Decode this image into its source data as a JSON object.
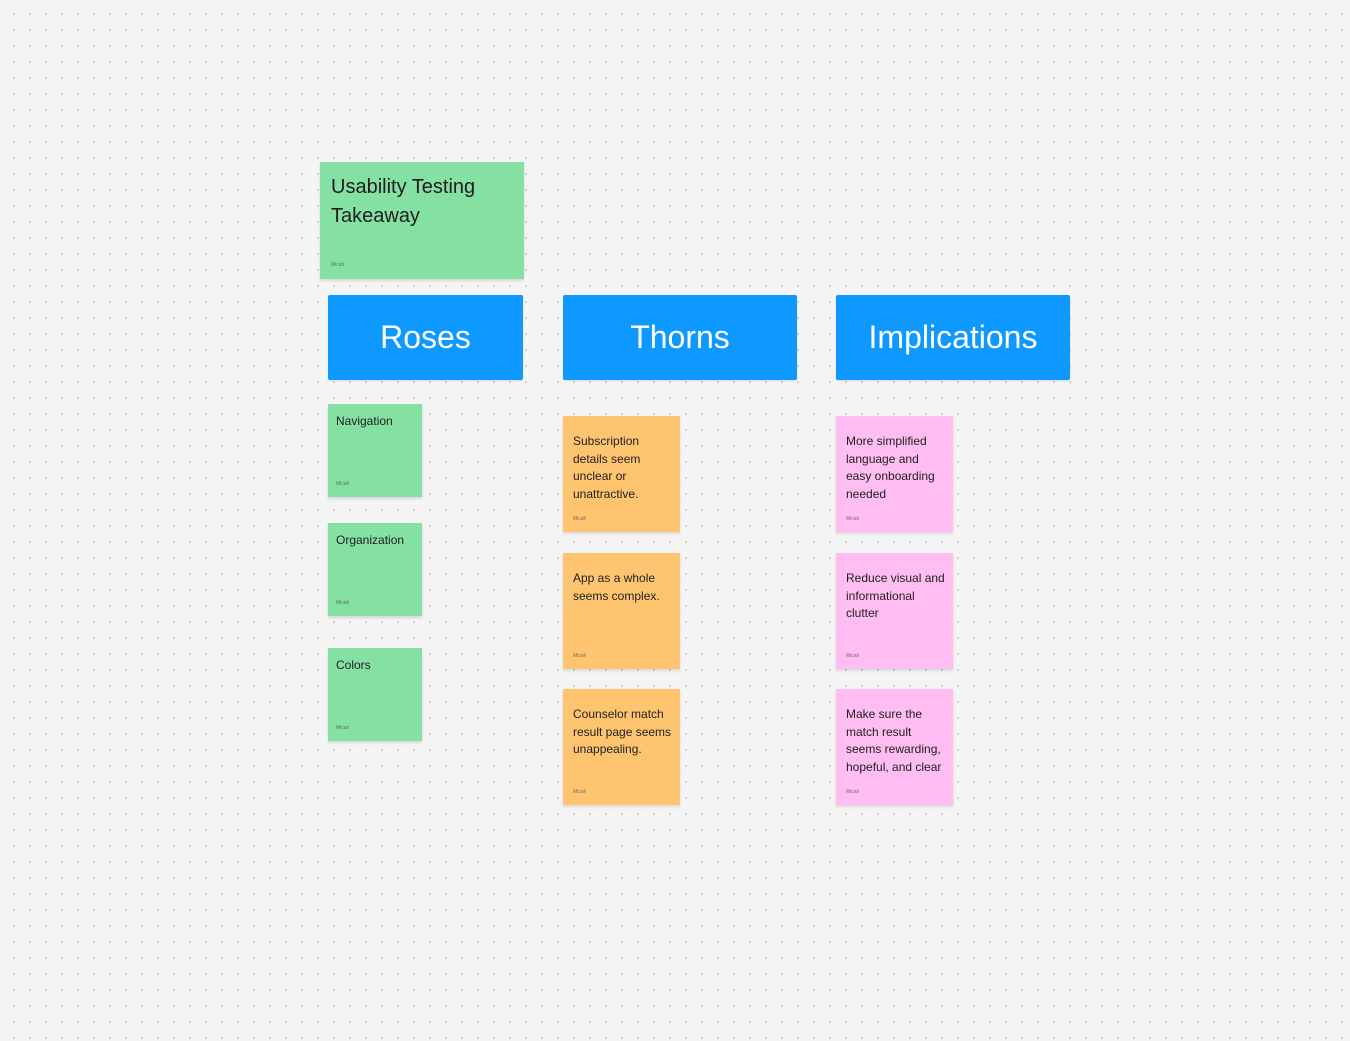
{
  "board": {
    "title": "Usability Testing Takeaway",
    "title_author": "Micah"
  },
  "columns": [
    {
      "header": "Roses",
      "color": "#85e0a3",
      "notes": [
        {
          "text": "Navigation",
          "author": "Micah"
        },
        {
          "text": "Organization",
          "author": "Micah"
        },
        {
          "text": "Colors",
          "author": "Micah"
        }
      ]
    },
    {
      "header": "Thorns",
      "color": "#ffc470",
      "notes": [
        {
          "text": "Subscription details seem unclear or unattractive.",
          "author": "Micah"
        },
        {
          "text": "App as a whole seems complex.",
          "author": "Micah"
        },
        {
          "text": "Counselor match result page seems unappealing.",
          "author": "Micah"
        }
      ]
    },
    {
      "header": "Implications",
      "color": "#ffbdf2",
      "notes": [
        {
          "text": "More simplified language and easy onboarding needed",
          "author": "Micah"
        },
        {
          "text": "Reduce visual and informational clutter",
          "author": "Micah"
        },
        {
          "text": "Make sure the match result seems rewarding, hopeful, and clear",
          "author": "Micah"
        }
      ]
    }
  ],
  "colors": {
    "header_blue": "#0d99ff",
    "canvas": "#f5f5f5"
  }
}
